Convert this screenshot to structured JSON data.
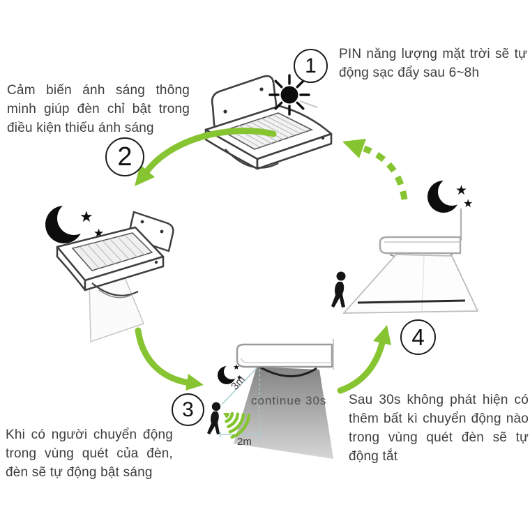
{
  "steps": [
    {
      "number": "1",
      "text": "PIN năng lượng mặt trời sẽ tự động sạc đẩy sau 6~8h"
    },
    {
      "number": "2",
      "text": "Cảm biến ánh sáng thông minh giúp đèn chỉ bật trong điều kiện thiếu ánh sáng"
    },
    {
      "number": "3",
      "text": "Khi có người chuyển động trong vùng quét của đèn, đèn sẽ tự động bật sáng"
    },
    {
      "number": "4",
      "text": "Sau 30s không phát hiện có thêm bất kì chuyển động nào trong vùng quét đèn sẽ tự động tắt"
    }
  ],
  "scene3": {
    "continue": "continue 30s",
    "range_diagonal": "3m",
    "range_horizontal": "2m"
  },
  "icons": {
    "star": "★",
    "sun": "solar-sun",
    "moon": "crescent-moon",
    "person": "person-silhouette",
    "radar": "motion-waves"
  },
  "colors": {
    "arrow_green": "#86c431",
    "text": "#3d3d3d",
    "cone_dark": "#858585",
    "dimension_teal": "#a8ced4",
    "line_art": "#3e3e3e"
  }
}
